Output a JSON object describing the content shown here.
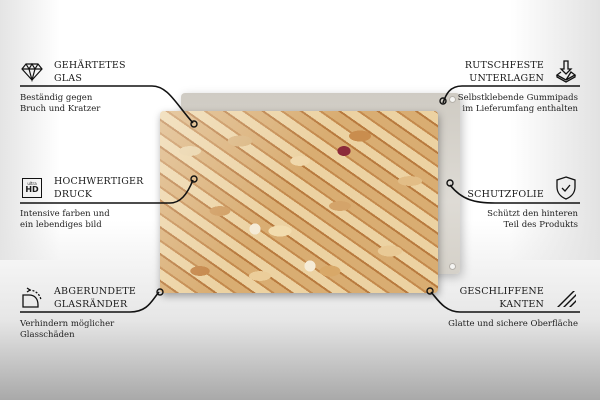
{
  "product": {
    "type": "glass-print",
    "image_subject": "wine corks",
    "colors": {
      "backplate": "#d8d4cc",
      "line": "#111111",
      "background_top": "#ffffff",
      "background_bottom": "#a9a9a9"
    }
  },
  "features": {
    "left": [
      {
        "icon": "diamond-icon",
        "title_line1": "GEHÄRTETES",
        "title_line2": "GLAS",
        "desc_line1": "Beständig gegen",
        "desc_line2": "Bruch und Kratzer"
      },
      {
        "icon": "ultra-hd-icon",
        "icon_text_small": "ultra",
        "icon_text_big": "HD",
        "title_line1": "HOCHWERTIGER",
        "title_line2": "DRUCK",
        "desc_line1": "Intensive farben und",
        "desc_line2": "ein lebendiges bild"
      },
      {
        "icon": "rounded-corner-icon",
        "title_line1": "ABGERUNDETE",
        "title_line2": "GLASRÄNDER",
        "desc_line1": "Verhindern möglicher",
        "desc_line2": "Glasschäden"
      }
    ],
    "right": [
      {
        "icon": "non-slip-pad-icon",
        "title_line1": "RUTSCHFESTE",
        "title_line2": "UNTERLAGEN",
        "desc_line1": "Selbstklebende Gummipads",
        "desc_line2": "im Lieferumfang enthalten"
      },
      {
        "icon": "shield-check-icon",
        "title_line1": "",
        "title_line2": "SCHUTZFOLIE",
        "desc_line1": "Schützt den hinteren",
        "desc_line2": "Teil des Produkts"
      },
      {
        "icon": "polished-edges-icon",
        "title_line1": "GESCHLIFFENE",
        "title_line2": "KANTEN",
        "desc_line1": "Glatte und sichere Oberfläche",
        "desc_line2": ""
      }
    ]
  }
}
